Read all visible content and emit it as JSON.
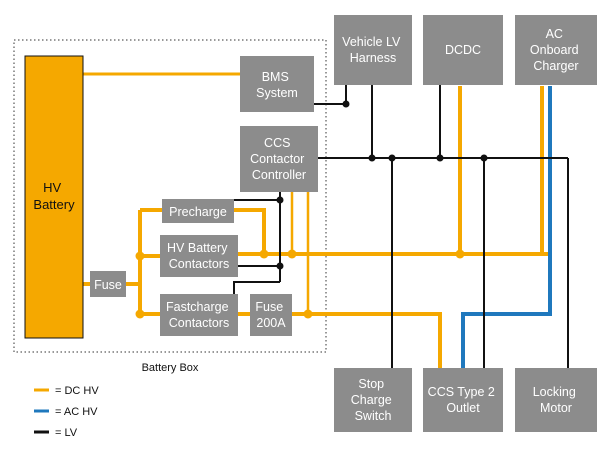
{
  "colors": {
    "dc_hv": "#f5a800",
    "ac_hv": "#1f78bd",
    "lv": "#111111",
    "box": "#8c8c8c",
    "battery": "#f5a800"
  },
  "battery_box": {
    "caption": "Battery Box"
  },
  "boxes": {
    "hv_battery": [
      "HV",
      "Battery"
    ],
    "bms_system": [
      "BMS",
      "System"
    ],
    "ccs_controller": [
      "CCS",
      "Contactor",
      "Controller"
    ],
    "precharge": [
      "Precharge"
    ],
    "hv_battery_contactors": [
      "HV Battery",
      "Contactors"
    ],
    "fastcharge_contactors": [
      "Fastcharge",
      "Contactors"
    ],
    "fuse_small": [
      "Fuse"
    ],
    "fuse_200a": [
      "Fuse",
      "200A"
    ],
    "vehicle_lv_harness": [
      "Vehicle LV",
      "Harness"
    ],
    "dcdc": [
      "DCDC"
    ],
    "ac_charger": [
      "AC",
      "Onboard",
      "Charger"
    ],
    "stop_charge_switch": [
      "Stop",
      "Charge",
      "Switch"
    ],
    "ccs_type2_outlet": [
      "CCS Type 2",
      "Outlet"
    ],
    "locking_motor": [
      "Locking",
      "Motor"
    ]
  },
  "legend": [
    {
      "key": "dc_hv",
      "label": "= DC HV"
    },
    {
      "key": "ac_hv",
      "label": "= AC HV"
    },
    {
      "key": "lv",
      "label": "= LV"
    }
  ]
}
